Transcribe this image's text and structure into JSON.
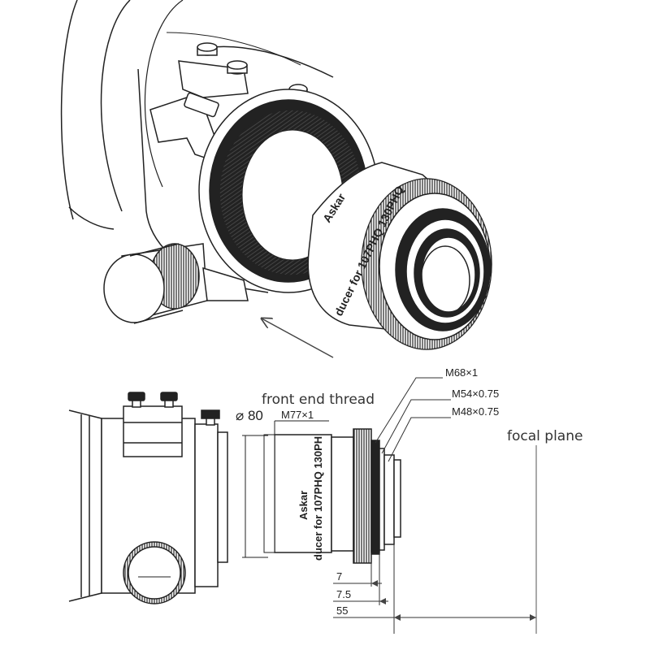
{
  "brand": "Askar",
  "product_text": "ducer for 107PHQ 130PHQ",
  "product_text_side": "ducer for 107PHQ 130PH",
  "labels": {
    "front_thread": "front end thread",
    "diameter": "⌀ 80",
    "m77": "M77×1",
    "m68": "M68×1",
    "m54": "M54×0.75",
    "m48": "M48×0.75",
    "focal_plane": "focal plane"
  },
  "dimensions": {
    "d1": "7",
    "d2": "7.5",
    "d3": "55"
  }
}
